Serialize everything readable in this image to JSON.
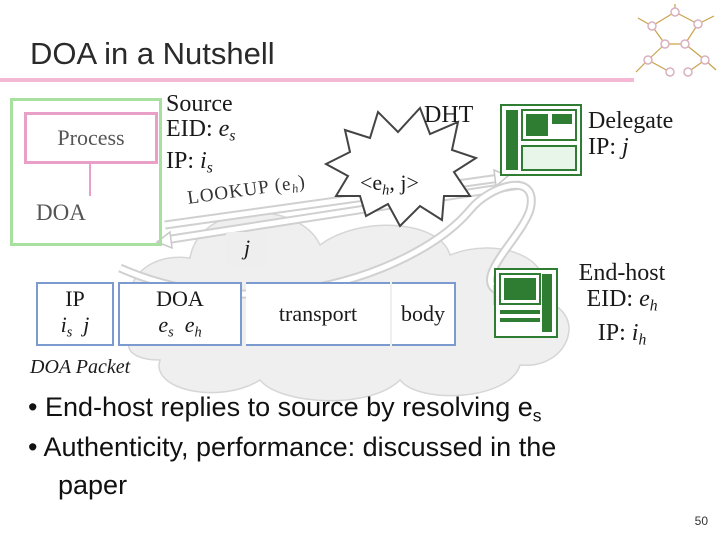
{
  "title": "DOA in a Nutshell",
  "process_label": "Process",
  "doa_box_label": "DOA",
  "source": {
    "title": "Source",
    "eid_label": "EID: ",
    "eid_var": "e",
    "eid_sub": "s",
    "ip_label": "IP: ",
    "ip_var": "i",
    "ip_sub": "s"
  },
  "lookup": {
    "text": "LOOKUP (e",
    "sub": "h",
    "close": ")"
  },
  "dht": {
    "label": "DHT",
    "entry_prefix": "<e",
    "entry_sub": "h",
    "entry_suffix": ", j>"
  },
  "delegate": {
    "title": "Delegate",
    "ip_label": "IP: ",
    "ip_var": "j"
  },
  "reply_j": "j",
  "endhost": {
    "title": "End-host",
    "eid_label": "EID: ",
    "eid_var": "e",
    "eid_sub": "h",
    "ip_label": "IP: ",
    "ip_var": "i",
    "ip_sub": "h"
  },
  "packet": {
    "ip_header": "IP",
    "ip_src_var": "i",
    "ip_src_sub": "s",
    "ip_dst": "j",
    "doa_header": "DOA",
    "doa_src_var": "e",
    "doa_src_sub": "s",
    "doa_dst_var": "e",
    "doa_dst_sub": "h",
    "transport": "transport",
    "body": "body",
    "caption": "DOA Packet"
  },
  "bullets": [
    {
      "text": "End-host replies to source by resolving e",
      "sub": "s"
    },
    {
      "text": "Authenticity, performance: discussed in the"
    },
    {
      "text": "paper"
    }
  ],
  "page_number": "50",
  "colors": {
    "pink": "#e8a0c8",
    "green": "#a8e0a0",
    "packet_border": "#7a9ad0",
    "cloud": "#eeeeee"
  }
}
